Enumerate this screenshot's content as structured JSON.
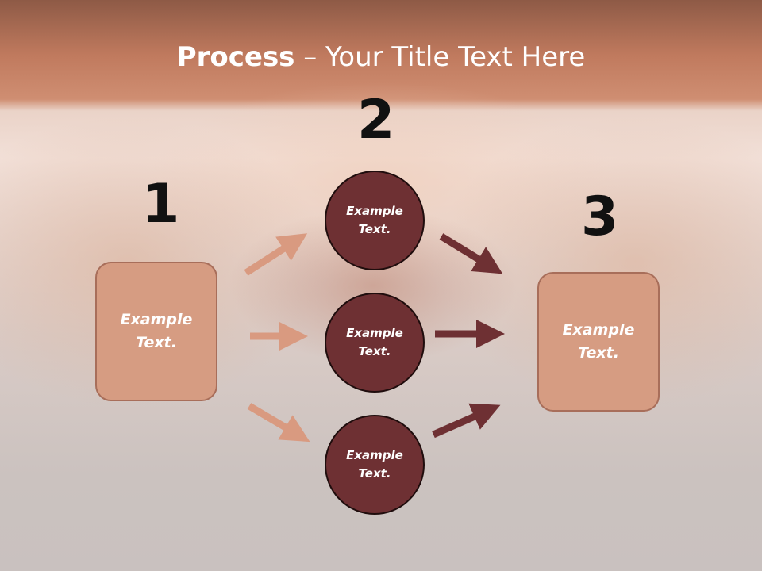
{
  "title": {
    "bold": "Process",
    "rest": " – Your Title Text Here"
  },
  "steps": [
    {
      "number": "1",
      "text": "Example\nText."
    },
    {
      "number": "2"
    },
    {
      "number": "3",
      "text": "Example\nText."
    }
  ],
  "circles": [
    {
      "text": "Example\nText."
    },
    {
      "text": "Example\nText."
    },
    {
      "text": "Example\nText."
    }
  ],
  "colors": {
    "box_fill": "#d69c82",
    "circle_fill": "#6e3033",
    "arrow_light": "#d99a80",
    "arrow_dark": "#6e3033"
  }
}
